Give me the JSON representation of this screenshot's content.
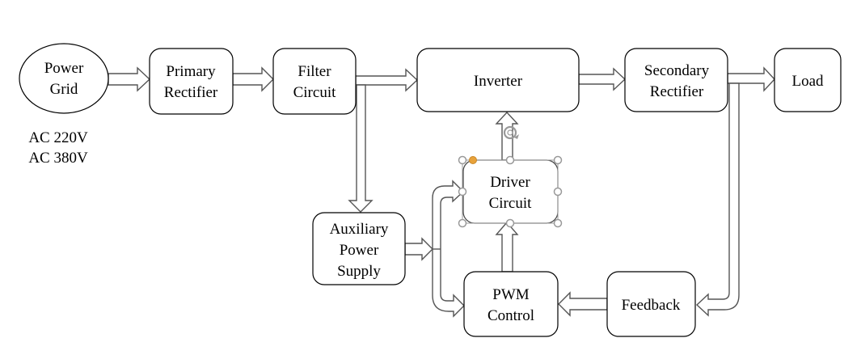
{
  "diagram": {
    "nodes": {
      "power_grid": {
        "lines": [
          "Power",
          "Grid"
        ]
      },
      "primary_rectifier": {
        "lines": [
          "Primary",
          "Rectifier"
        ]
      },
      "filter_circuit": {
        "lines": [
          "Filter",
          "Circuit"
        ]
      },
      "inverter": {
        "lines": [
          "Inverter"
        ]
      },
      "secondary_rectifier": {
        "lines": [
          "Secondary",
          "Rectifier"
        ]
      },
      "load": {
        "lines": [
          "Load"
        ]
      },
      "auxiliary_power_supply": {
        "lines": [
          "Auxiliary",
          "Power",
          "Supply"
        ]
      },
      "driver_circuit": {
        "lines": [
          "Driver",
          "Circuit"
        ]
      },
      "pwm_control": {
        "lines": [
          "PWM",
          "Control"
        ]
      },
      "feedback": {
        "lines": [
          "Feedback"
        ]
      }
    },
    "annotation": {
      "lines": [
        "AC 220V",
        "AC 380V"
      ]
    },
    "edges": [
      {
        "from": "Power Grid",
        "to": "Primary Rectifier"
      },
      {
        "from": "Primary Rectifier",
        "to": "Filter Circuit"
      },
      {
        "from": "Filter Circuit",
        "to": "Inverter"
      },
      {
        "from": "Filter Circuit",
        "to": "Auxiliary Power Supply"
      },
      {
        "from": "Inverter",
        "to": "Secondary Rectifier"
      },
      {
        "from": "Secondary Rectifier",
        "to": "Load"
      },
      {
        "from": "Secondary Rectifier",
        "to": "Feedback"
      },
      {
        "from": "Feedback",
        "to": "PWM Control"
      },
      {
        "from": "Auxiliary Power Supply",
        "to": "Driver Circuit"
      },
      {
        "from": "Auxiliary Power Supply",
        "to": "PWM Control"
      },
      {
        "from": "PWM Control",
        "to": "Driver Circuit"
      },
      {
        "from": "Driver Circuit",
        "to": "Inverter"
      }
    ],
    "selected_node": "Driver Circuit",
    "colors": {
      "handle_accent": "#e8a23a",
      "handle": "#999999",
      "arrow_stroke": "#555555"
    }
  }
}
